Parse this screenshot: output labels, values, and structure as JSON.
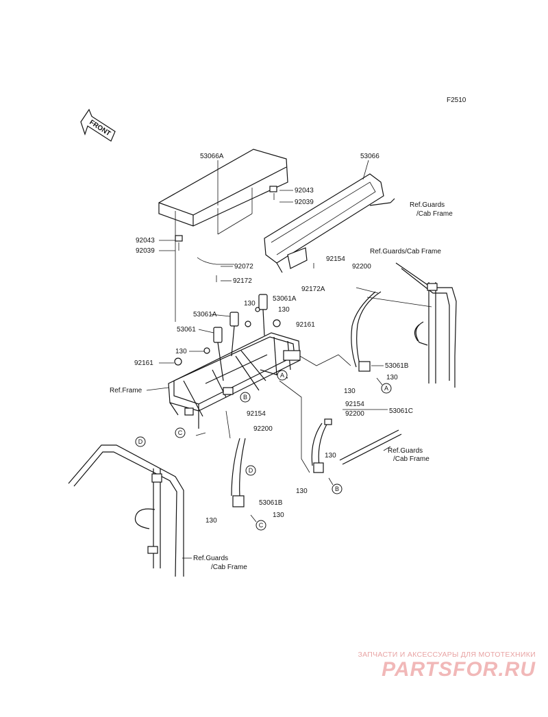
{
  "figure_id": "F2510",
  "front_arrow": "FRONT",
  "labels": [
    {
      "id": "l1",
      "text": "53066A"
    },
    {
      "id": "l2",
      "text": "53066"
    },
    {
      "id": "l3",
      "text": "92043"
    },
    {
      "id": "l4",
      "text": "92039"
    },
    {
      "id": "l5",
      "text": "Ref.Guards"
    },
    {
      "id": "l6",
      "text": "/Cab Frame"
    },
    {
      "id": "l7",
      "text": "92043"
    },
    {
      "id": "l8",
      "text": "92039"
    },
    {
      "id": "l9",
      "text": "92072"
    },
    {
      "id": "l10",
      "text": "92172"
    },
    {
      "id": "l11",
      "text": "92172A"
    },
    {
      "id": "l12",
      "text": "Ref.Guards/Cab Frame"
    },
    {
      "id": "l13",
      "text": "92154"
    },
    {
      "id": "l14",
      "text": "92200"
    },
    {
      "id": "l15",
      "text": "130"
    },
    {
      "id": "l16",
      "text": "53061A"
    },
    {
      "id": "l17",
      "text": "130"
    },
    {
      "id": "l18",
      "text": "53061A"
    },
    {
      "id": "l19",
      "text": "92161"
    },
    {
      "id": "l20",
      "text": "53061"
    },
    {
      "id": "l21",
      "text": "130"
    },
    {
      "id": "l22",
      "text": "92161"
    },
    {
      "id": "l23",
      "text": "53061B"
    },
    {
      "id": "l24",
      "text": "130"
    },
    {
      "id": "l25",
      "text": "130"
    },
    {
      "id": "l26",
      "text": "Ref.Frame"
    },
    {
      "id": "l27",
      "text": "92154"
    },
    {
      "id": "l28",
      "text": "92200"
    },
    {
      "id": "l29",
      "text": "92154"
    },
    {
      "id": "l30",
      "text": "92200"
    },
    {
      "id": "l31",
      "text": "53061C"
    },
    {
      "id": "l32",
      "text": "Ref.Guards"
    },
    {
      "id": "l33",
      "text": "/Cab Frame"
    },
    {
      "id": "l34",
      "text": "130"
    },
    {
      "id": "l35",
      "text": "130"
    },
    {
      "id": "l36",
      "text": "53061B"
    },
    {
      "id": "l37",
      "text": "130"
    },
    {
      "id": "l38",
      "text": "130"
    },
    {
      "id": "l39",
      "text": "Ref.Guards"
    },
    {
      "id": "l40",
      "text": "/Cab Frame"
    }
  ],
  "callouts": [
    "A",
    "A",
    "B",
    "B",
    "C",
    "C",
    "D",
    "D"
  ],
  "watermark": {
    "top": "ЗАПЧАСТИ И АКСЕССУАРЫ ДЛЯ МОТОТЕХНИКИ",
    "logo": "PARTSFOR.RU"
  }
}
